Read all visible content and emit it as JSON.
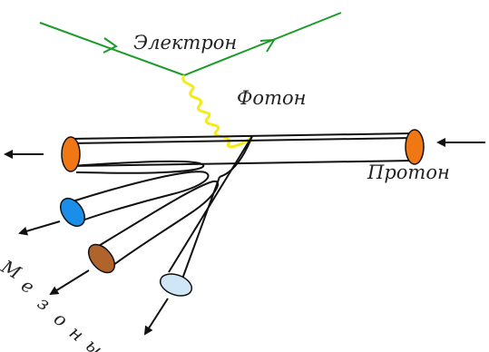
{
  "labels": {
    "electron": "Электрон",
    "photon": "Фотон",
    "proton": "Протон",
    "mesons": [
      "М",
      "е",
      "з",
      "о",
      "н",
      "ы"
    ]
  },
  "colors": {
    "electron_line": "#1e9b2a",
    "photon_wave": "#f5ea1c",
    "tube_line": "#111111",
    "meson_orange": "#f07814",
    "meson_blue": "#1a8ee8",
    "meson_brown": "#b0632a",
    "meson_lightblue": "#cfe6f7"
  }
}
